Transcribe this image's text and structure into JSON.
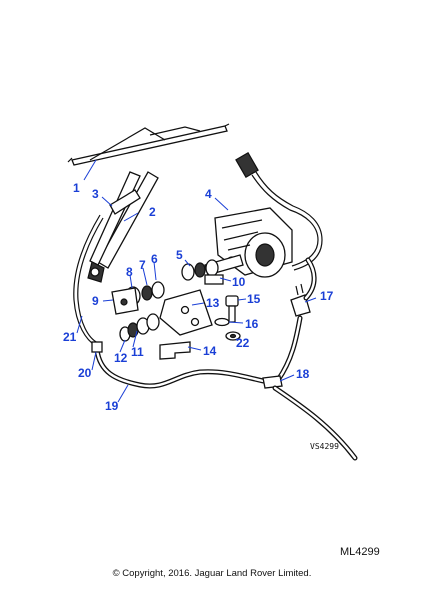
{
  "callouts": [
    {
      "id": "1",
      "label": "1"
    },
    {
      "id": "2",
      "label": "2"
    },
    {
      "id": "3",
      "label": "3"
    },
    {
      "id": "4",
      "label": "4"
    },
    {
      "id": "5",
      "label": "5"
    },
    {
      "id": "6",
      "label": "6"
    },
    {
      "id": "7",
      "label": "7"
    },
    {
      "id": "8",
      "label": "8"
    },
    {
      "id": "9",
      "label": "9"
    },
    {
      "id": "10",
      "label": "10"
    },
    {
      "id": "11",
      "label": "11"
    },
    {
      "id": "12",
      "label": "12"
    },
    {
      "id": "13",
      "label": "13"
    },
    {
      "id": "14",
      "label": "14"
    },
    {
      "id": "15",
      "label": "15"
    },
    {
      "id": "16",
      "label": "16"
    },
    {
      "id": "17",
      "label": "17"
    },
    {
      "id": "18",
      "label": "18"
    },
    {
      "id": "19",
      "label": "19"
    },
    {
      "id": "20",
      "label": "20"
    },
    {
      "id": "21",
      "label": "21"
    },
    {
      "id": "22",
      "label": "22"
    }
  ],
  "drawing_ref": "VS4299",
  "ml_code": "ML4299",
  "copyright": "© Copyright, 2016. Jaguar Land Rover Limited.",
  "colors": {
    "callout": "#1a3fd6",
    "line_art": "#111111"
  }
}
